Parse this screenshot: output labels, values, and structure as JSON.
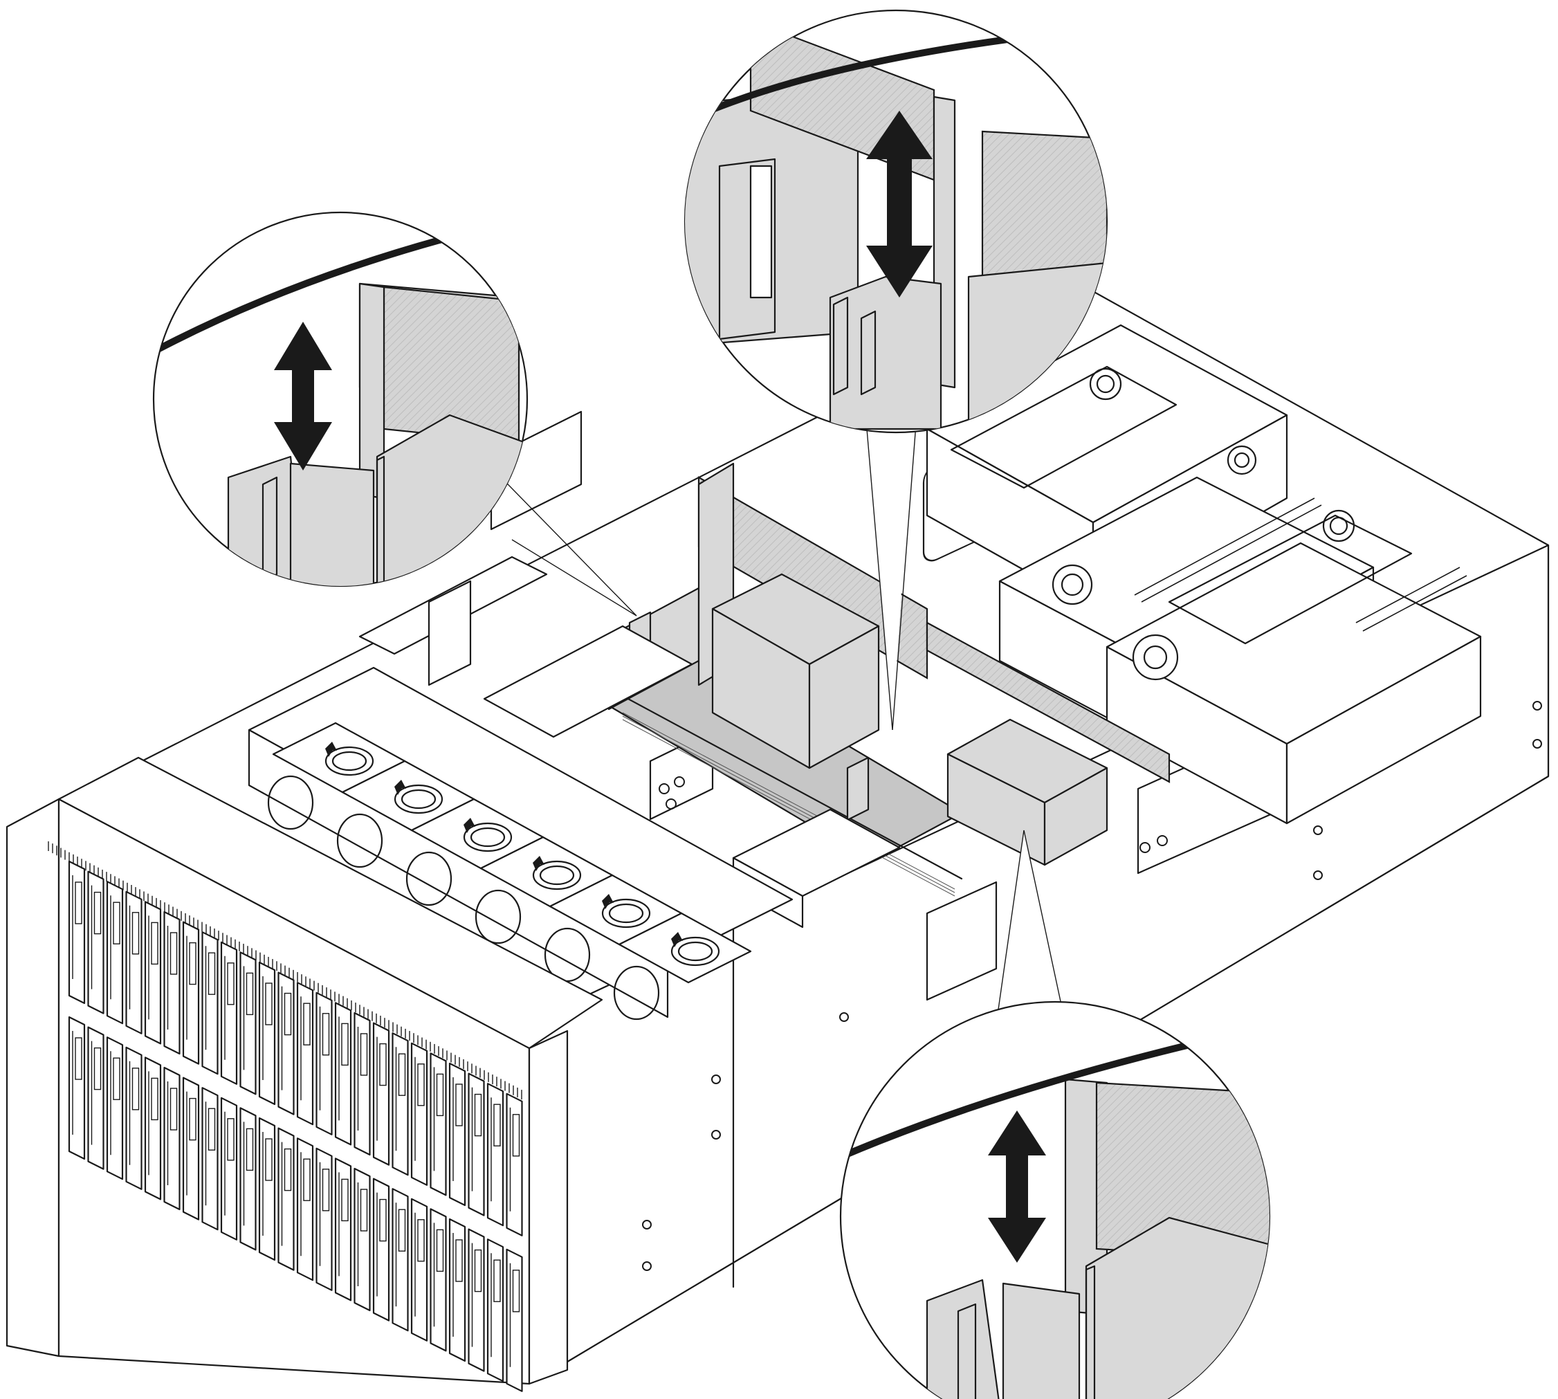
{
  "figure": {
    "description_kind": "technical line illustration",
    "callouts": [
      {
        "id": "left",
        "shows": "double-arrow-icon"
      },
      {
        "id": "top",
        "shows": "double-arrow-icon"
      },
      {
        "id": "bottom-right",
        "shows": "double-arrow-icon"
      }
    ],
    "colors": {
      "line": "#1a1a1a",
      "air_baffle_fill": "#d9d9d9",
      "background": "#ffffff"
    }
  }
}
